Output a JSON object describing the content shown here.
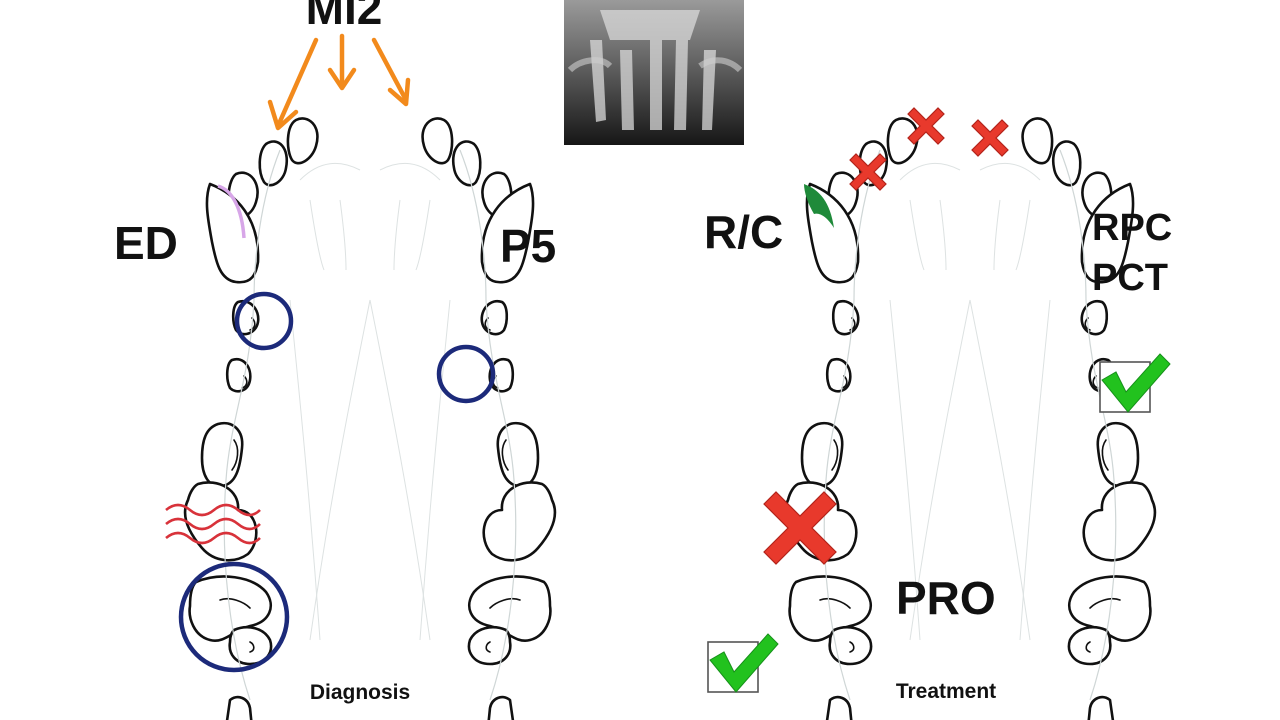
{
  "labels": {
    "mi2": "MI2",
    "ed": "ED",
    "p5": "P5",
    "rc": "R/C",
    "rpc": "RPC",
    "pct": "PCT",
    "pro": "PRO",
    "diagnosis": "Diagnosis",
    "treatment": "Treatment"
  },
  "colors": {
    "arrow": "#f28a1c",
    "circle": "#1c2a7a",
    "wave": "#d8323a",
    "cross": "#e8392c",
    "check": "#22c21e",
    "enamel_defect": "#d7a6e8",
    "root_canal": "#1f8a3a"
  },
  "icons": [
    "orange-arrow-icon",
    "circle-marker-icon",
    "red-x-icon",
    "green-check-icon",
    "wavy-line-icon"
  ]
}
